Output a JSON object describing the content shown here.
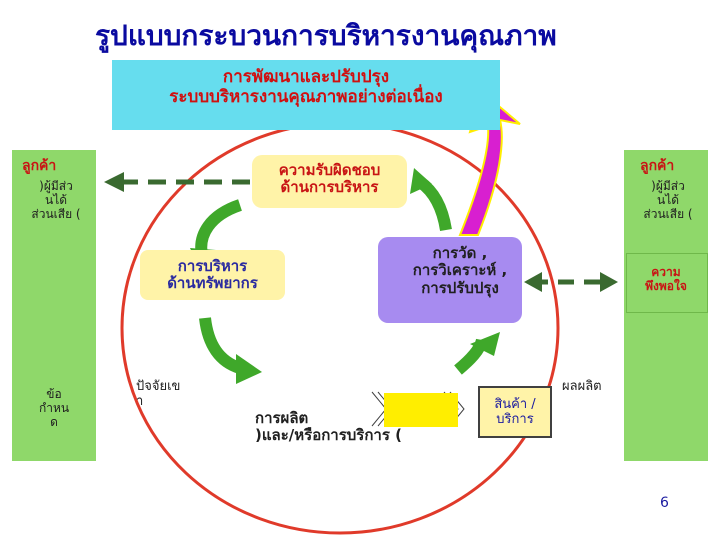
{
  "title": "รูปแบบกระบวนการบริหารงานคุณภาพ",
  "improvement": "การพัฒนาและปรับปรุง\nระบบบริหารงานคุณภาพอย่างต่อเนื่อง",
  "left_panel": {
    "customer": "ลูกค้า",
    "stakeholders": ")ผู้มีส่ว\nนได้\nส่วนเสีย   (",
    "requirements": "ข้อ\nกำหน\nด"
  },
  "right_panel": {
    "customer": "ลูกค้า",
    "stakeholders": ")ผู้มีส่ว\nนได้\nส่วนเสีย    (",
    "satisfaction": "ความ\nพึงพอใจ"
  },
  "responsibility": "ความรับผิดชอบ\nด้านการบริหาร",
  "resource_mgmt": "การบริหาร\nด้านทรัพยากร",
  "measurement": "การวัด  ,\nการวิเคราะห์     ,\nการปรับปรุง",
  "input_factor": "ปัจจัยเข\nา",
  "production": "การผลิต\n)และ/หรือการบริการ     (",
  "output": "ผลผลิต",
  "product": "สินค้า   /\nบริการ",
  "page_number": "6",
  "colors": {
    "title": "#0a0aa0",
    "cyan_box": "#66ddee",
    "green_panel": "#8fd86a",
    "yellow_box": "#fff3a8",
    "purple_box": "#a78bf0",
    "red_circle": "#e03a2a",
    "magenta_arrow": "#d81fd0",
    "green_arrow": "#3fa82a"
  }
}
